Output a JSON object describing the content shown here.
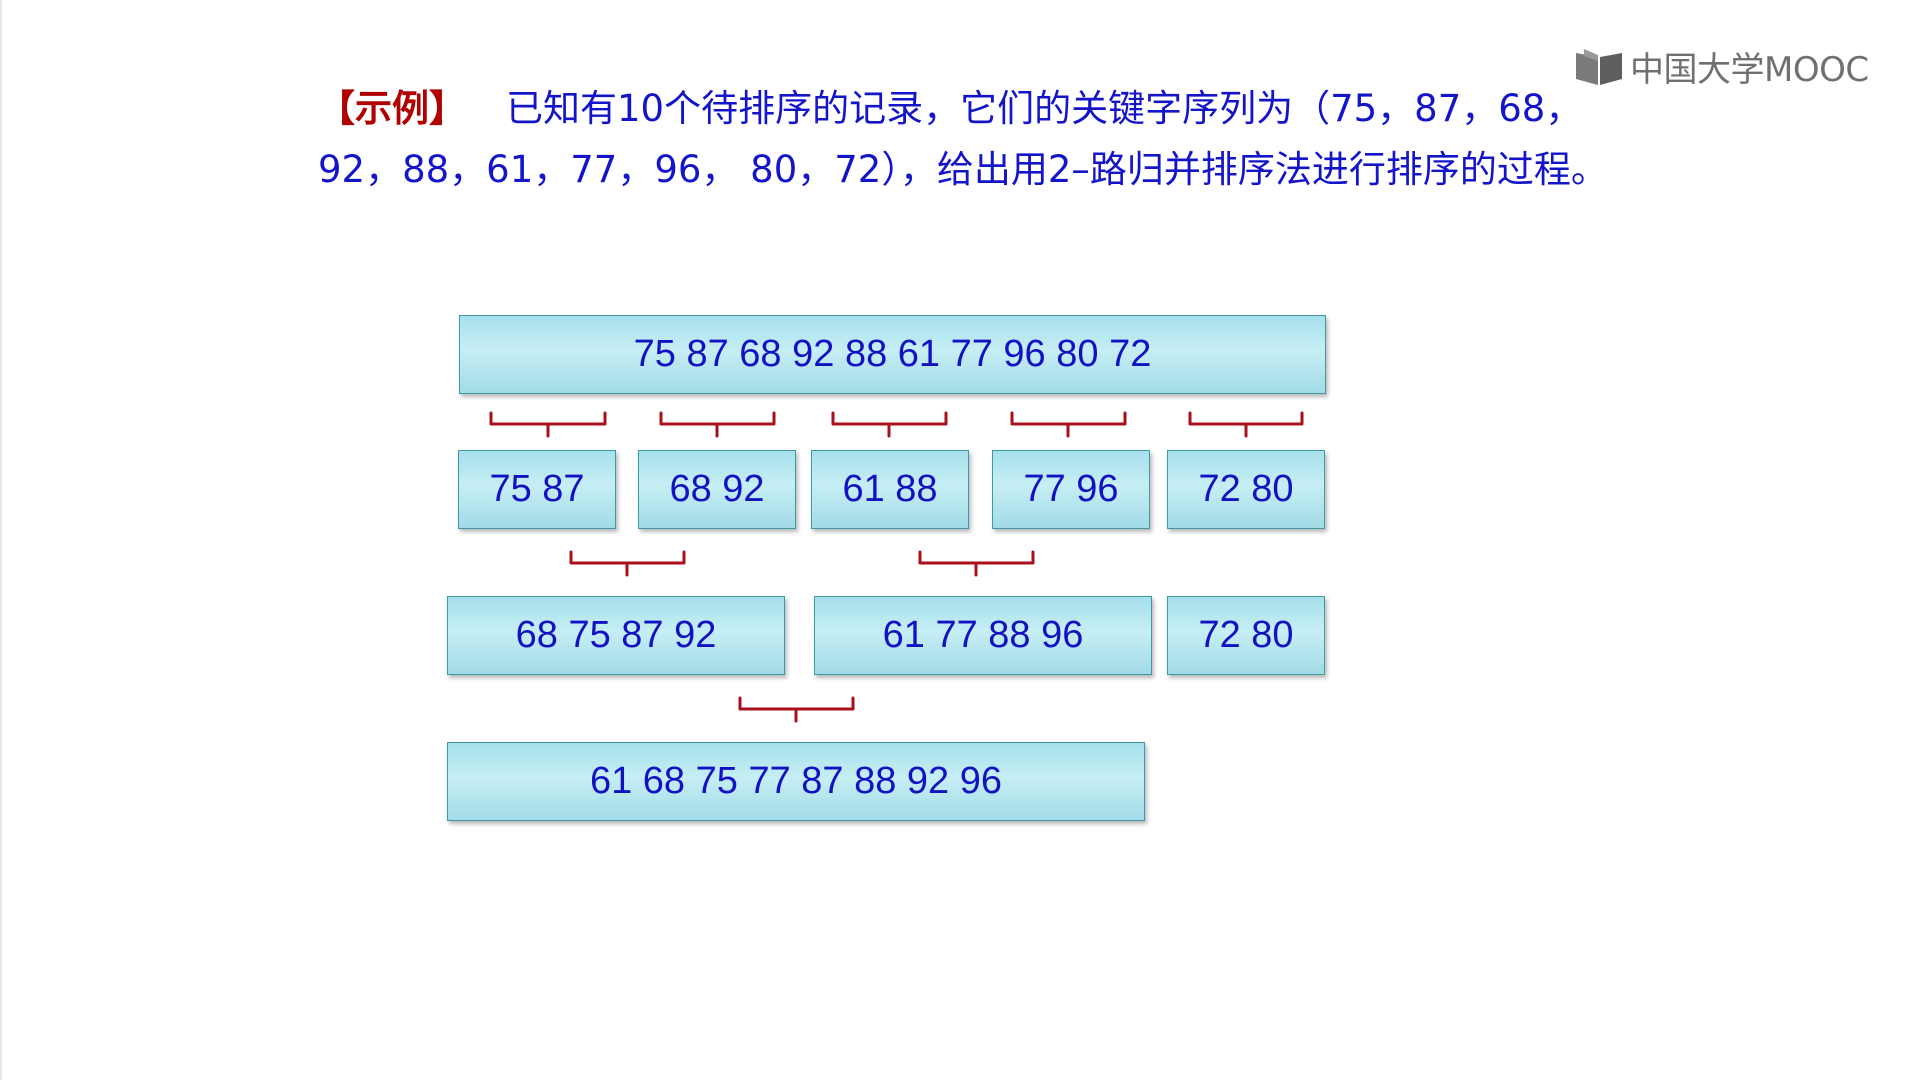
{
  "logo": {
    "text": "中国大学MOOC"
  },
  "problem": {
    "tag": "【示例】",
    "text": "已知有10个待排序的记录，它们的关键字序列为（75，87，68，92，88，61，77，96， 80，72），给出用2–路归并排序法进行排序的过程。"
  },
  "diagram": {
    "initial": "75 87 68 92 88 61 77 96 80 72",
    "pass1": [
      "75 87",
      "68 92",
      "61 88",
      "77 96",
      "72 80"
    ],
    "pass2": [
      "68 75 87 92",
      "61 77 88 96",
      "72 80"
    ],
    "pass3": "61 68 75 77 87 88 92 96"
  },
  "colors": {
    "text_blue": "#1414c8",
    "tag_red": "#b00000",
    "bracket_red": "#a8101e",
    "box_fill": "#a6e0eb",
    "box_border": "#3e98a6"
  }
}
